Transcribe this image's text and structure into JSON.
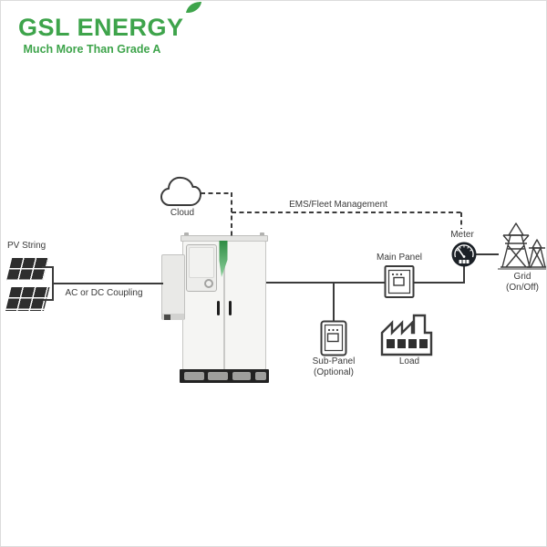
{
  "logo": {
    "title": "GSL ENERGY",
    "tagline": "Much More Than Grade A"
  },
  "labels": {
    "pv_string": "PV String",
    "coupling": "AC or DC Coupling",
    "cloud": "Cloud",
    "ems": "EMS/Fleet Management",
    "main_panel": "Main Panel",
    "meter": "Meter",
    "grid": "Grid",
    "grid_mode": "(On/Off)",
    "sub_panel": "Sub-Panel",
    "sub_panel_note": "(Optional)",
    "load": "Load"
  },
  "colors": {
    "brand_green": "#3EA44B",
    "line": "#3b3b3b",
    "icon_dark": "#2f2f2f",
    "cabinet_base": "#222222",
    "stripe_green_top": "#2e8c43",
    "stripe_green_bottom": "#8fd19e"
  },
  "icons": {
    "leaf": "leaf-icon",
    "cloud": "cloud-icon",
    "pv": "pv-string-icon",
    "cabinet": "battery-cabinet",
    "inverter": "inverter-unit",
    "main_panel": "main-panel-icon",
    "sub_panel": "sub-panel-icon",
    "load": "factory-load-icon",
    "meter": "meter-gauge-icon",
    "grid": "grid-towers-icon"
  }
}
